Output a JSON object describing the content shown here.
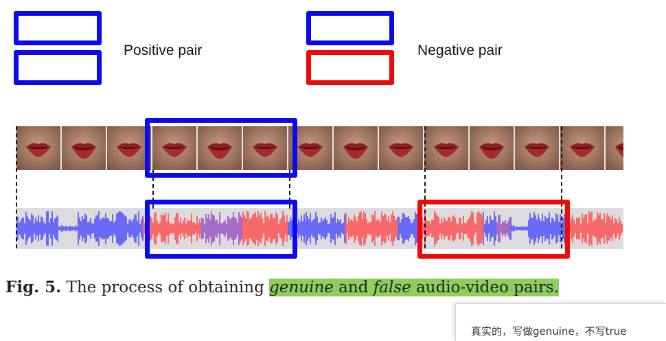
{
  "legend": {
    "positive_label": "Positive pair",
    "negative_label": "Negative pair",
    "positive_color": "#0a0aee",
    "negative_color": "#ee0a0a"
  },
  "figure": {
    "frame_count": 14,
    "audio_colors": {
      "blue": "#6a6af5",
      "red": "#f86a6a",
      "purple": "#a66ac8"
    }
  },
  "caption": {
    "label": "Fig. 5.",
    "prefix": "The process of obtaining ",
    "genuine": "genuine",
    "and": " and ",
    "false": "false",
    "suffix": " audio-video pairs."
  },
  "comment": {
    "text": "真实的，写做genuine，不写true"
  }
}
